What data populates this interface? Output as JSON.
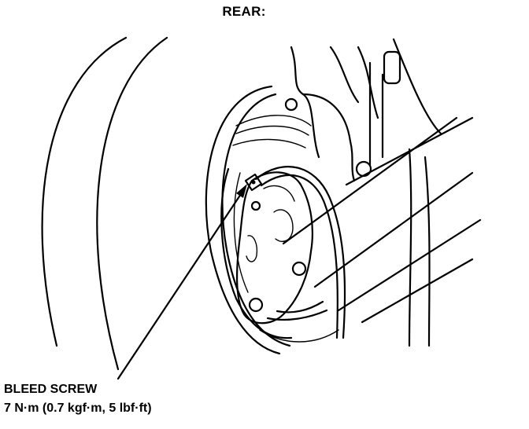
{
  "title": "REAR:",
  "callout": {
    "label": "BLEED SCREW",
    "torque": "7 N·m (0.7 kgf·m, 5 lbf·ft)"
  },
  "icons": {
    "pointer": "arrow-icon"
  }
}
